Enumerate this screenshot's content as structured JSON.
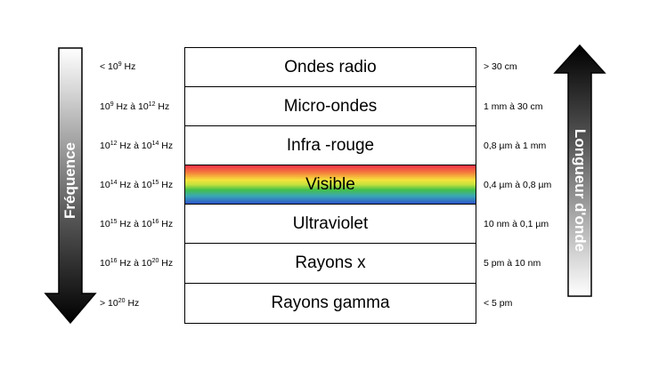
{
  "bands": [
    {
      "label": "Ondes radio"
    },
    {
      "label": "Micro-ondes"
    },
    {
      "label": "Infra -rouge"
    },
    {
      "label": "Visible"
    },
    {
      "label": "Ultraviolet"
    },
    {
      "label": "Rayons x"
    },
    {
      "label": "Rayons gamma"
    }
  ],
  "frequencies": [
    {
      "pre": "< 10",
      "e1": "9",
      "mid": " Hz",
      "e2": "",
      "post": ""
    },
    {
      "pre": "10",
      "e1": "9",
      "mid": " Hz à 10",
      "e2": "12",
      "post": " Hz"
    },
    {
      "pre": "10",
      "e1": "12",
      "mid": " Hz à 10",
      "e2": "14",
      "post": " Hz"
    },
    {
      "pre": "10",
      "e1": "14",
      "mid": " Hz à 10",
      "e2": "15",
      "post": " Hz"
    },
    {
      "pre": "10",
      "e1": "15",
      "mid": " Hz à 10",
      "e2": "16",
      "post": " Hz"
    },
    {
      "pre": "10",
      "e1": "16",
      "mid": " Hz à 10",
      "e2": "20",
      "post": " Hz"
    },
    {
      "pre": "> 10",
      "e1": "20",
      "mid": " Hz",
      "e2": "",
      "post": ""
    }
  ],
  "wavelengths": [
    {
      "text": "> 30 cm"
    },
    {
      "text": "1 mm à 30 cm"
    },
    {
      "text": "0,8 µm à 1 mm"
    },
    {
      "text": "0,4 µm à 0,8 µm"
    },
    {
      "text": "10 nm à 0,1 µm"
    },
    {
      "text": "5 pm à 10 nm"
    },
    {
      "text": "< 5 pm"
    }
  ],
  "arrows": {
    "left_label": "Fréquence",
    "right_label": "Longueur d'onde"
  }
}
